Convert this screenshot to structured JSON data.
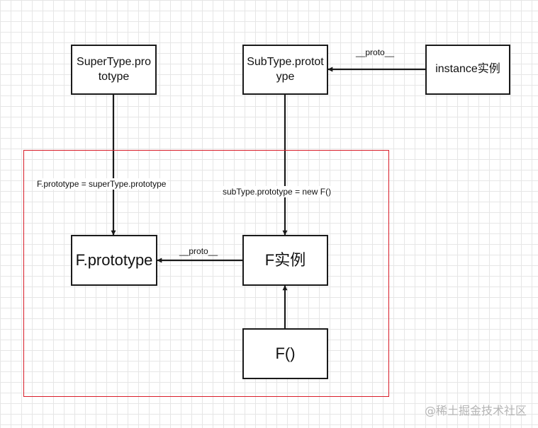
{
  "diagram": {
    "nodes": {
      "supertype_prototype": "SuperType.prototype",
      "subtype_prototype": "SubType.prototype",
      "instance": "instance实例",
      "f_prototype": "F.prototype",
      "f_instance": "F实例",
      "f_constructor": "F()"
    },
    "edges": {
      "instance_to_subtype": "__proto__",
      "supertype_to_fprototype": "F.prototype = superType.prototype",
      "subtype_to_finstance": "subType.prototype = new F()",
      "finstance_to_fprototype": "__proto__"
    },
    "colors": {
      "box_border": "#1a1a1a",
      "arrow": "#1a1a1a",
      "highlight_region": "#d81e2a",
      "grid": "#e6e6e6",
      "watermark": "#b5b5b5"
    }
  },
  "watermark": "@稀土掘金技术社区"
}
